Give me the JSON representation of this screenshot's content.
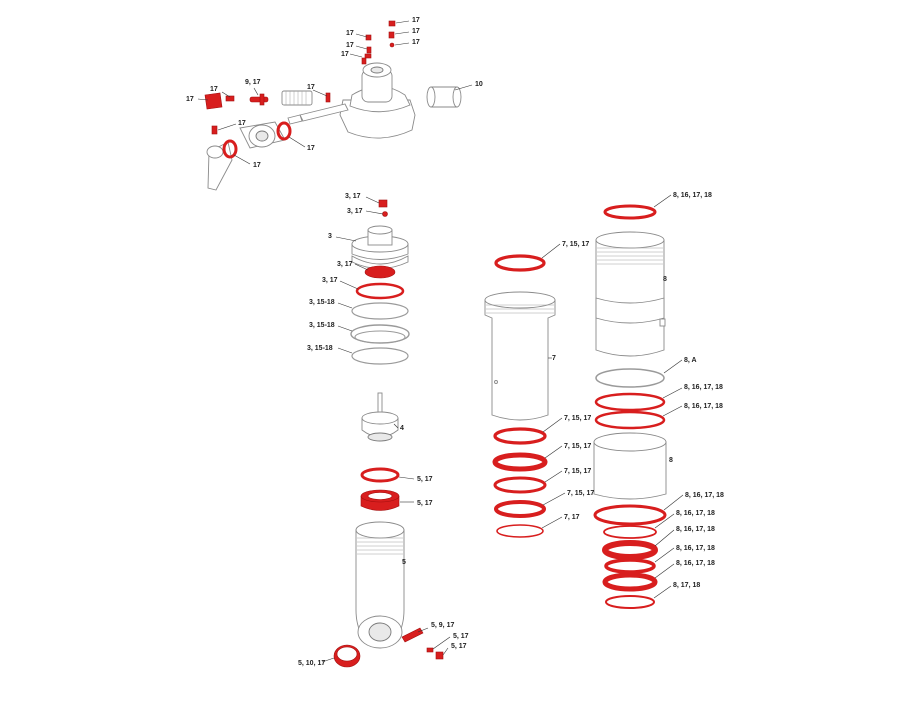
{
  "labels": {
    "l17a": "17",
    "l17b": "17",
    "l17c": "17",
    "l17d": "17",
    "l17e": "17",
    "l17f": "17",
    "l17g": "17",
    "l17h": "17",
    "l17i": "17",
    "l17j": "17",
    "l17k": "17",
    "l17l": "17",
    "l917": "9, 17",
    "l10": "10",
    "l317a": "3, 17",
    "l317b": "3, 17",
    "l3": "3",
    "l317c": "3, 17",
    "l317d": "3, 17",
    "l31518a": "3, 15-18",
    "l31518b": "3, 15-18",
    "l31518c": "3, 15-18",
    "l4": "4",
    "l517a": "5, 17",
    "l517b": "5, 17",
    "l5": "5",
    "l5917": "5, 9, 17",
    "l517c": "5, 17",
    "l517d": "5, 17",
    "l51017": "5, 10, 17",
    "l71517a": "7, 15, 17",
    "l7": "7",
    "l71517b": "7, 15, 17",
    "l71517c": "7, 15, 17",
    "l71517d": "7, 15, 17",
    "l71517e": "7, 15, 17",
    "l717": "7, 17",
    "l8161718a": "8, 16, 17, 18",
    "l8": "8",
    "l8A": "8, A",
    "l8161718b": "8, 16, 17, 18",
    "l8161718c": "8, 16, 17, 18",
    "l8b": "8",
    "l8161718d": "8, 16, 17, 18",
    "l8161718e": "8, 16, 17, 18",
    "l8161718f": "8, 16, 17, 18",
    "l8161718g": "8, 16, 17, 18",
    "l8161718h": "8, 16, 17, 18",
    "l81718": "8, 17, 18"
  },
  "colors": {
    "seal_red": "#d81e1e",
    "part_gray": "#8a8a8a"
  },
  "icons": [
    "shock-body-parts",
    "o-ring-seals",
    "air-can-assembly"
  ]
}
